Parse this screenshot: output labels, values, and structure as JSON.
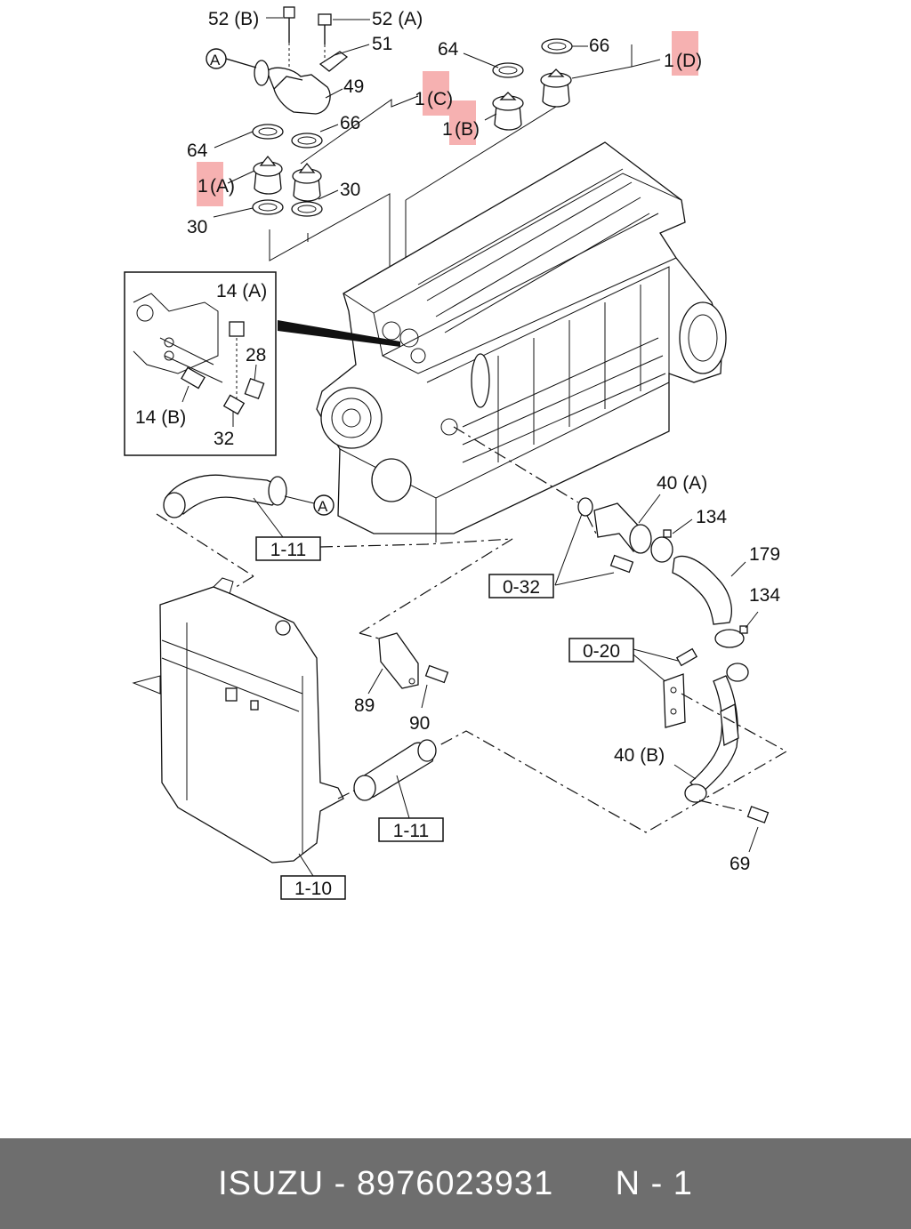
{
  "callouts": {
    "c52b": "52 (B)",
    "c52a": "52 (A)",
    "c51": "51",
    "c49": "49",
    "c64_top": "64",
    "c66_top": "66",
    "c1d_num": "1",
    "c1d_tag": "(D)",
    "c1c_num": "1",
    "c1c_tag": "(C)",
    "c1b_num": "1",
    "c1b_tag": "(B)",
    "c66_left": "66",
    "c64_left": "64",
    "c1a_num": "1",
    "c1a_tag": "(A)",
    "c30_right": "30",
    "c30_left": "30",
    "c14a": "14 (A)",
    "c28": "28",
    "c14b": "14 (B)",
    "c32": "32",
    "c40a": "40 (A)",
    "c134_top": "134",
    "c179": "179",
    "c134_bot": "134",
    "c89": "89",
    "c90": "90",
    "c40b": "40 (B)",
    "c69": "69",
    "ref_a_upper": "A",
    "ref_a_lower": "A"
  },
  "ref_boxes": {
    "hose_upper": "1-11",
    "hose_lower": "1-11",
    "radiator": "1-10",
    "gasket_group": "0-32",
    "bracket_group": "0-20"
  },
  "highlight_color": "#f4a3a3",
  "footer": {
    "brand": "ISUZU",
    "separator": "-",
    "part_number": "8976023931",
    "page": "N - 1",
    "background": "#6e6e6e"
  }
}
